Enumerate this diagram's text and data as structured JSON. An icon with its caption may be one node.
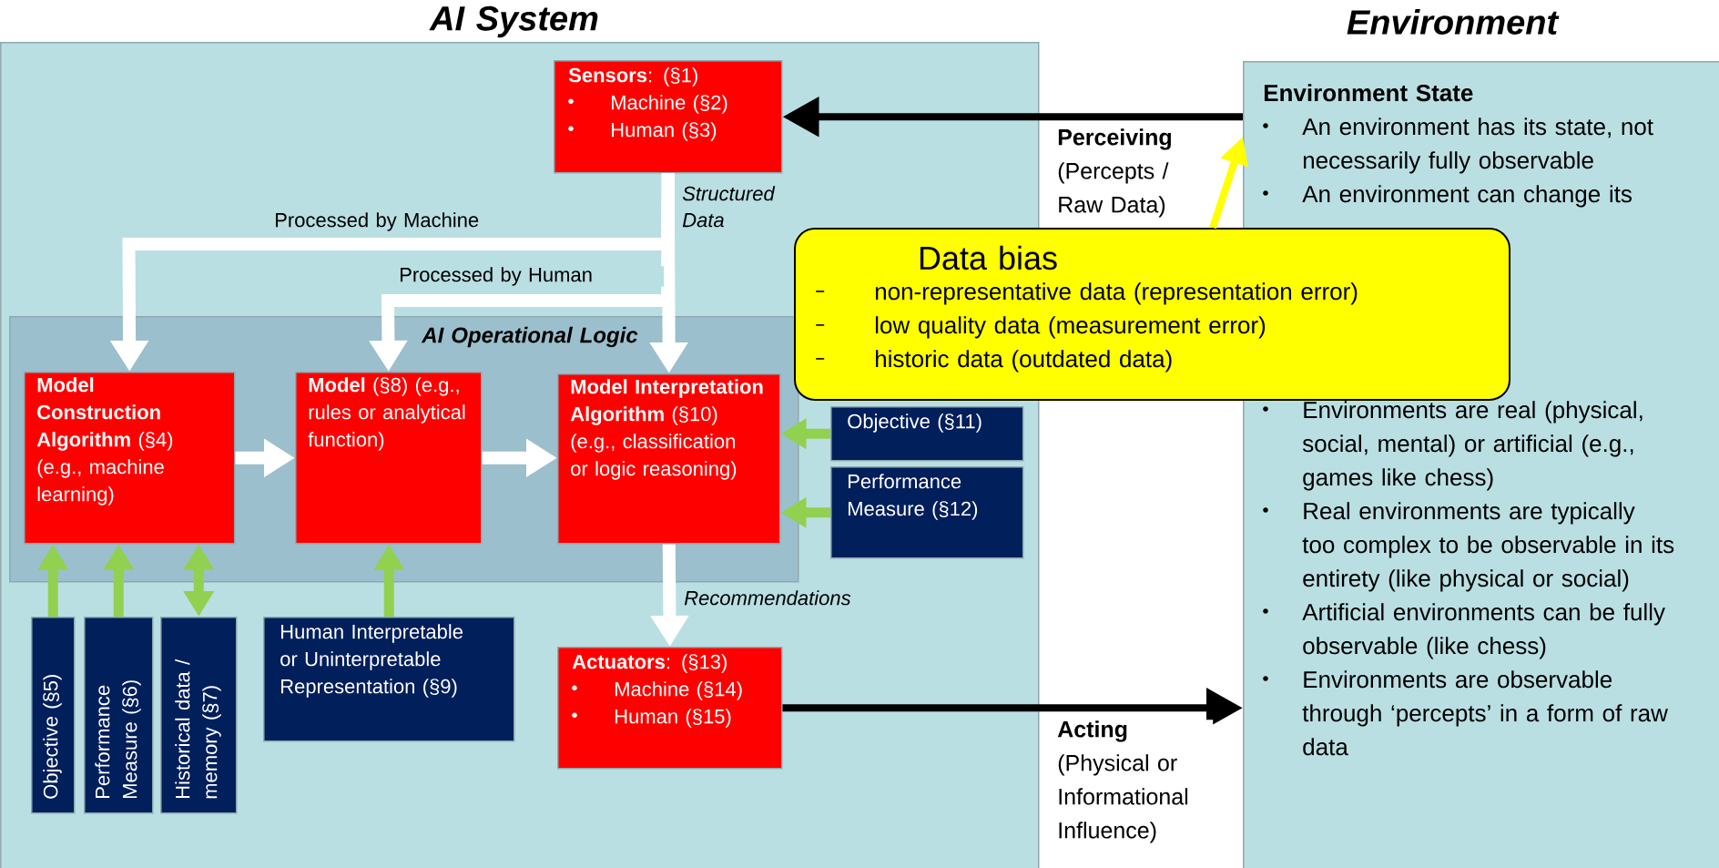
{
  "diagram": {
    "nodes": [
      {
        "text": [
          "AI System"
        ]
      },
      {
        "text": [
          "**Sensors**: (§1)",
          "Machine (§2)",
          "Human (§3)"
        ],
        "in": 0
      },
      {
        "text": [
          "AI Operational Logic"
        ],
        "in": 0
      },
      {
        "text": [
          "**Model Construction Algorithm** (§4) (e.g., machine learning)"
        ],
        "in": 2
      },
      {
        "text": [
          "**Model** (§8) (e.g., rules or analytical function)"
        ],
        "in": 2
      },
      {
        "text": [
          "**Model Interpretation Algorithm** (§10) (e.g., classification or logic reasoning)"
        ],
        "in": 2
      },
      {
        "text": [
          "Objective (§11)"
        ],
        "in": 0
      },
      {
        "text": [
          "Performance Measure (§12)"
        ],
        "in": 0
      },
      {
        "text": [
          "Objective (§5)"
        ],
        "in": 0
      },
      {
        "text": [
          "Performance Measure (§6)"
        ],
        "in": 0
      },
      {
        "text": [
          "Historical data / memory (§7)"
        ],
        "in": 0
      },
      {
        "text": [
          "Human Interpretable or Uninterpretable Representation (§9)"
        ],
        "in": 0
      },
      {
        "text": [
          "**Actuators**: (§13)",
          "Machine (§14)",
          "Human (§15)"
        ],
        "in": 0
      },
      {
        "text": [
          "Environment",
          "Environment State",
          "An environment has its state, not necessarily fully observable",
          "An environment can change its",
          "Environments are real (physical, social, mental) or artificial (e.g., games like chess)",
          "Real environments are typically too complex to be observable in its entirety (like physical or social)",
          "Artificial environments can be fully observable (like chess)",
          "Environments are observable through ‘percepts’ in a form of raw data"
        ]
      },
      {
        "text": [
          "Data bias",
          "non-representative data (representation error)",
          "low quality data (measurement error)",
          "historic data (outdated data)"
        ]
      }
    ],
    "edges": [
      {
        "from": 13,
        "to": 1,
        "arrow": "to",
        "label": "**Perceiving** (Percepts / Raw Data)",
        "color": "#000000"
      },
      {
        "from": 1,
        "to": 3,
        "arrow": "to",
        "label": "Processed by Machine",
        "color": "#ffffff"
      },
      {
        "from": 1,
        "to": 4,
        "arrow": "to",
        "label": "Processed by Human",
        "color": "#ffffff"
      },
      {
        "from": 1,
        "to": 5,
        "arrow": "to",
        "label": "Structured Data",
        "color": "#ffffff"
      },
      {
        "from": 3,
        "to": 4,
        "arrow": "to",
        "color": "#ffffff"
      },
      {
        "from": 4,
        "to": 5,
        "arrow": "to",
        "color": "#ffffff"
      },
      {
        "from": 5,
        "to": 12,
        "arrow": "to",
        "label": "Recommendations",
        "color": "#ffffff"
      },
      {
        "from": 6,
        "to": 5,
        "arrow": "to",
        "color": "#92d050"
      },
      {
        "from": 7,
        "to": 5,
        "arrow": "to",
        "color": "#92d050"
      },
      {
        "from": 8,
        "to": 3,
        "arrow": "to",
        "color": "#92d050"
      },
      {
        "from": 9,
        "to": 3,
        "arrow": "to",
        "color": "#92d050"
      },
      {
        "from": 10,
        "to": 3,
        "arrow": "both",
        "color": "#92d050"
      },
      {
        "from": 11,
        "to": 4,
        "arrow": "to",
        "color": "#92d050"
      },
      {
        "from": 12,
        "to": 13,
        "arrow": "to",
        "label": "**Acting** (Physical or Informational Influence)",
        "color": "#000000"
      },
      {
        "from": 14,
        "to": 13,
        "arrow": "to",
        "color": "#ffff00"
      }
    ]
  }
}
